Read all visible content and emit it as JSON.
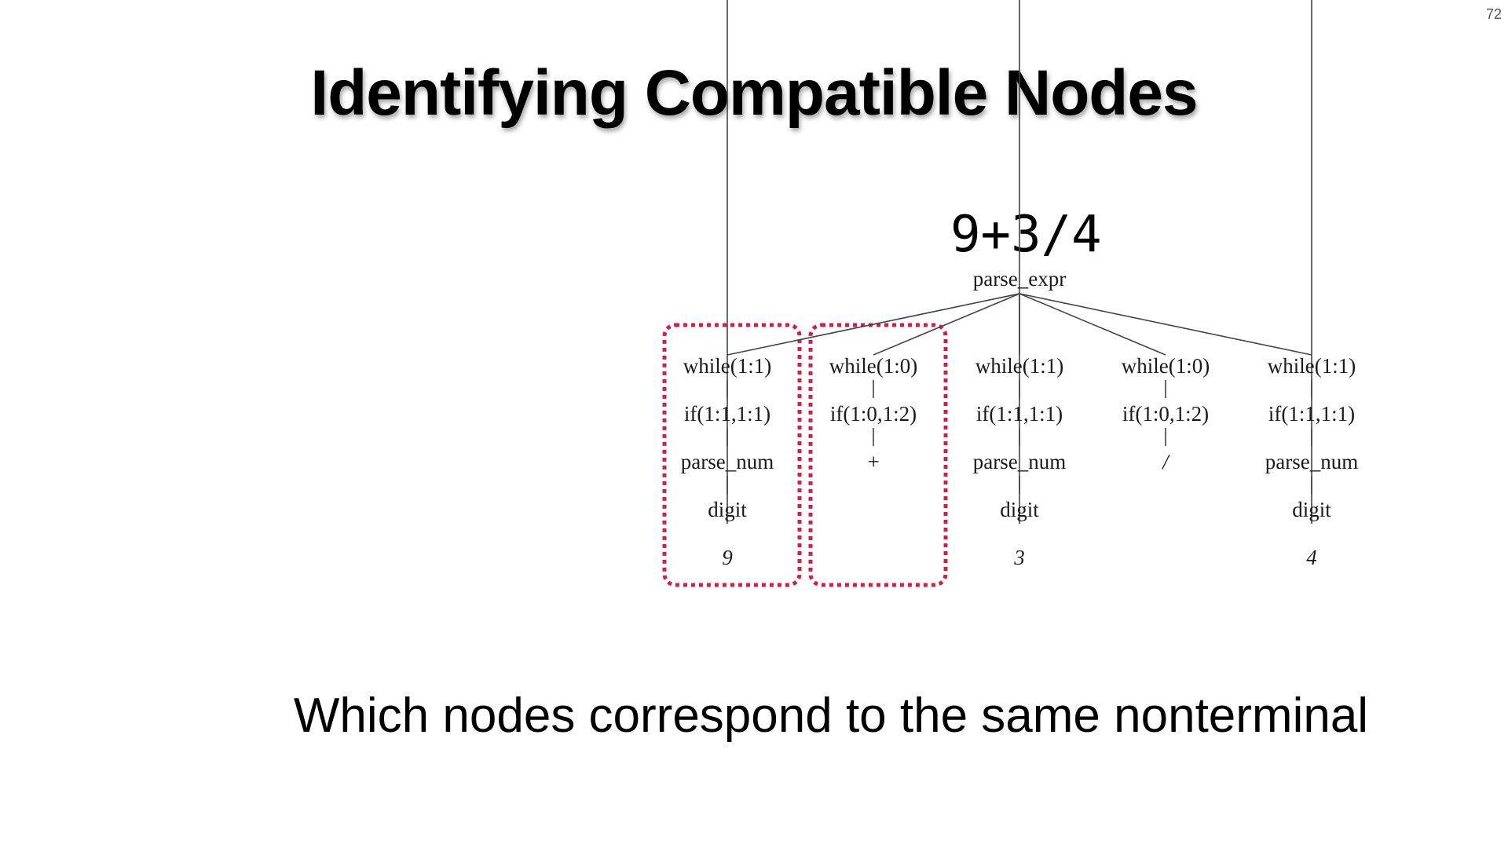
{
  "slide_number": "72",
  "title": "Identifying Compatible Nodes",
  "input_string": "9+3/4",
  "tree": {
    "root": "parse_expr",
    "columns": [
      {
        "nodes": [
          "while(1:1)",
          "if(1:1,1:1)",
          "parse_num",
          "digit"
        ],
        "leaf": "9",
        "highlighted": true
      },
      {
        "nodes": [
          "while(1:0)",
          "if(1:0,1:2)"
        ],
        "leaf": "+",
        "highlighted": true
      },
      {
        "nodes": [
          "while(1:1)",
          "if(1:1,1:1)",
          "parse_num",
          "digit"
        ],
        "leaf": "3",
        "highlighted": false
      },
      {
        "nodes": [
          "while(1:0)",
          "if(1:0,1:2)"
        ],
        "leaf": "/",
        "highlighted": false
      },
      {
        "nodes": [
          "while(1:1)",
          "if(1:1,1:1)",
          "parse_num",
          "digit"
        ],
        "leaf": "4",
        "highlighted": false
      }
    ]
  },
  "question": "Which nodes correspond to the same nonterminal",
  "colors": {
    "highlight_box": "#d0204a",
    "edge": "#444444",
    "text": "#000000"
  }
}
